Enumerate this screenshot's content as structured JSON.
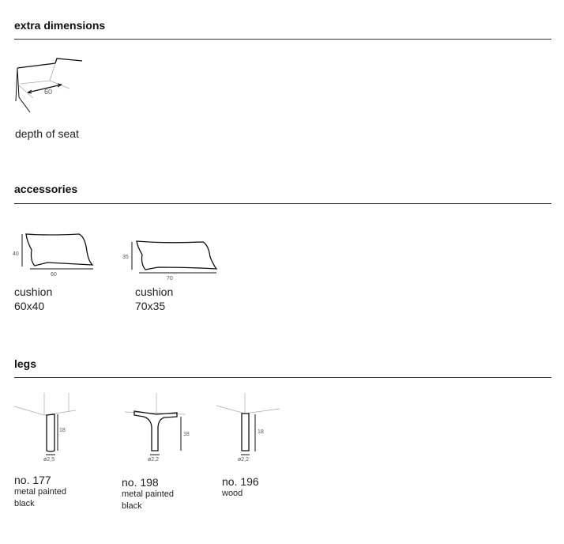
{
  "sections": {
    "extra": {
      "title": "extra dimensions",
      "items": [
        {
          "label": "depth of seat",
          "dim": "60"
        }
      ]
    },
    "accessories": {
      "title": "accessories",
      "items": [
        {
          "name": "cushion",
          "size": "60x40",
          "w": "60",
          "h": "40"
        },
        {
          "name": "cushion",
          "size": "70x35",
          "w": "70",
          "h": "35"
        }
      ]
    },
    "legs": {
      "title": "legs",
      "items": [
        {
          "no": "no. 177",
          "material": "metal painted",
          "color": "black",
          "height": "18",
          "diameter": "ø2,5"
        },
        {
          "no": "no. 198",
          "material": "metal painted",
          "color": "black",
          "height": "18",
          "diameter": "ø2,2"
        },
        {
          "no": "no. 196",
          "material": "wood",
          "height": "18",
          "diameter": "ø2,2"
        }
      ]
    }
  }
}
